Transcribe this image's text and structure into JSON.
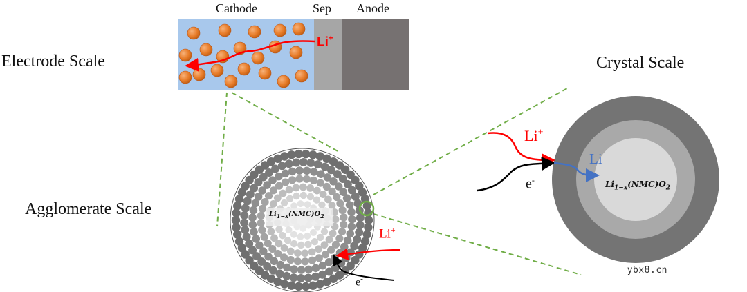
{
  "labels": {
    "electrode_scale": "Electrode Scale",
    "agglomerate_scale": "Agglomerate Scale",
    "crystal_scale": "Crystal Scale",
    "cathode": "Cathode",
    "separator": "Sep",
    "anode": "Anode"
  },
  "electrode": {
    "li_ion": "Li",
    "li_ion_charge": "+"
  },
  "agglomerate": {
    "core_formula": "Li",
    "core_subscript": "1−x",
    "core_rest": "(NMC)O",
    "core_sub2": "2",
    "li_ion": "Li",
    "li_ion_charge": "+",
    "electron": "e",
    "electron_charge": "-"
  },
  "crystal": {
    "li_ion": "Li",
    "li_ion_charge": "+",
    "li_atom": "Li",
    "electron": "e",
    "electron_charge": "-",
    "core_formula": "Li",
    "core_subscript": "1−x",
    "core_rest": "(NMC)O",
    "core_sub2": "2"
  },
  "watermark": "ybx8.cn",
  "colors": {
    "cathode_bg": "#a8c8ec",
    "separator": "#a6a6a6",
    "anode": "#767171",
    "particle": "#e87d2a",
    "li_arrow": "#ff0000",
    "li_atom_arrow": "#4472c4",
    "connector": "#70ad47",
    "shell_outer": "#747474",
    "shell_mid": "#a9a9a9",
    "shell_inner": "#d9d9d9"
  },
  "icons": {
    "particle": "orange-sphere",
    "grain": "grey-sphere"
  }
}
